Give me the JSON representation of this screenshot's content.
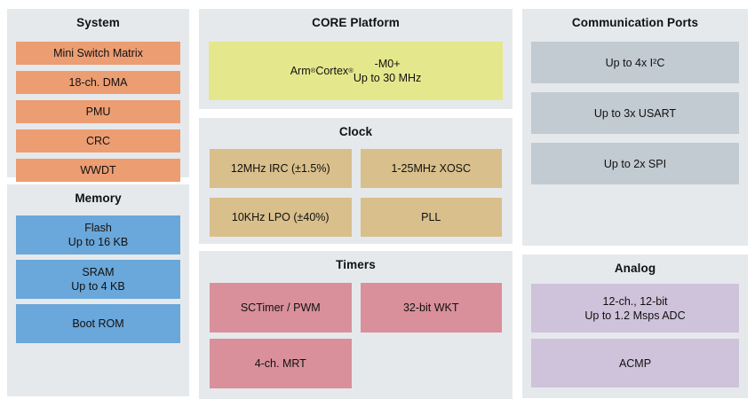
{
  "colors": {
    "panel_bg": "#e5e9ec",
    "system_block": "#ec9d72",
    "memory_block": "#6aa7da",
    "core_block": "#e5e78c",
    "clock_block": "#d8bf8b",
    "timers_block": "#d9909b",
    "comm_block": "#c2cad2",
    "analog_block": "#cec3da"
  },
  "panels": {
    "system": {
      "title": "System",
      "blocks": [
        "Mini Switch Matrix",
        "18-ch. DMA",
        "PMU",
        "CRC",
        "WWDT"
      ]
    },
    "memory": {
      "title": "Memory",
      "blocks": [
        "Flash\nUp to 16 KB",
        "SRAM\nUp to 4 KB",
        "Boot ROM"
      ]
    },
    "core": {
      "title": "CORE Platform",
      "blocks": [
        "Arm® Cortex®-M0+\nUp to 30 MHz"
      ]
    },
    "clock": {
      "title": "Clock",
      "blocks": [
        "12MHz IRC (±1.5%)",
        "1-25MHz XOSC",
        "10KHz LPO (±40%)",
        "PLL"
      ]
    },
    "timers": {
      "title": "Timers",
      "blocks": [
        "SCTimer / PWM",
        "32-bit WKT",
        "4-ch. MRT"
      ]
    },
    "comm": {
      "title": "Communication Ports",
      "blocks": [
        "Up to 4x I²C",
        "Up to 3x USART",
        "Up to 2x SPI"
      ]
    },
    "analog": {
      "title": "Analog",
      "blocks": [
        "12-ch., 12-bit\nUp to 1.2 Msps ADC",
        "ACMP"
      ]
    }
  }
}
